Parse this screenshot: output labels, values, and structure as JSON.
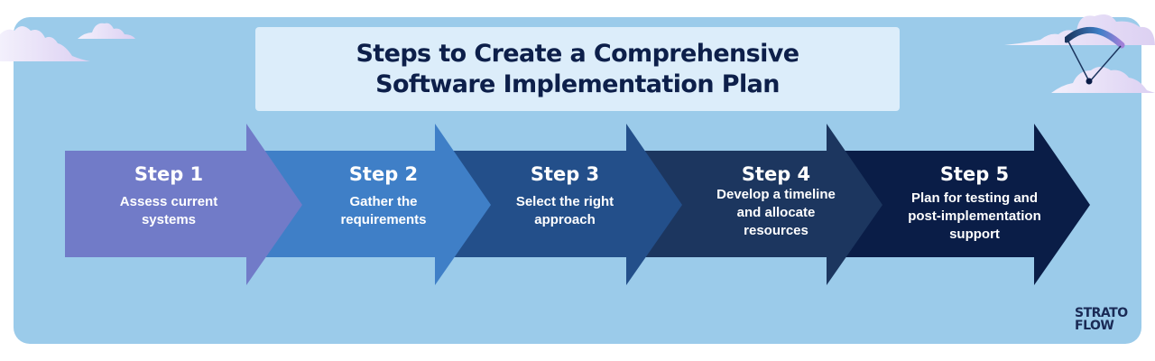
{
  "title": {
    "line1": "Steps to Create a Comprehensive",
    "line2": "Software Implementation Plan"
  },
  "steps": [
    {
      "label": "Step 1",
      "desc_lines": [
        "Assess current",
        "systems"
      ],
      "color": "#717bc8"
    },
    {
      "label": "Step 2",
      "desc_lines": [
        "Gather the",
        "requirements"
      ],
      "color": "#3f7fc7"
    },
    {
      "label": "Step 3",
      "desc_lines": [
        "Select the right",
        "approach"
      ],
      "color": "#234f8a"
    },
    {
      "label": "Step 4",
      "desc_lines": [
        "Develop a timeline",
        "and allocate",
        "resources"
      ],
      "color": "#1c365f"
    },
    {
      "label": "Step 5",
      "desc_lines": [
        "Plan for testing and",
        "post-implementation",
        "support"
      ],
      "color": "#0a1d47"
    }
  ],
  "logo": {
    "line1": "STRATO",
    "line2": "FLOW"
  },
  "colors": {
    "background_panel": "#9bcbea",
    "title_box": "#dcedfa",
    "title_text": "#0d1f4a"
  }
}
